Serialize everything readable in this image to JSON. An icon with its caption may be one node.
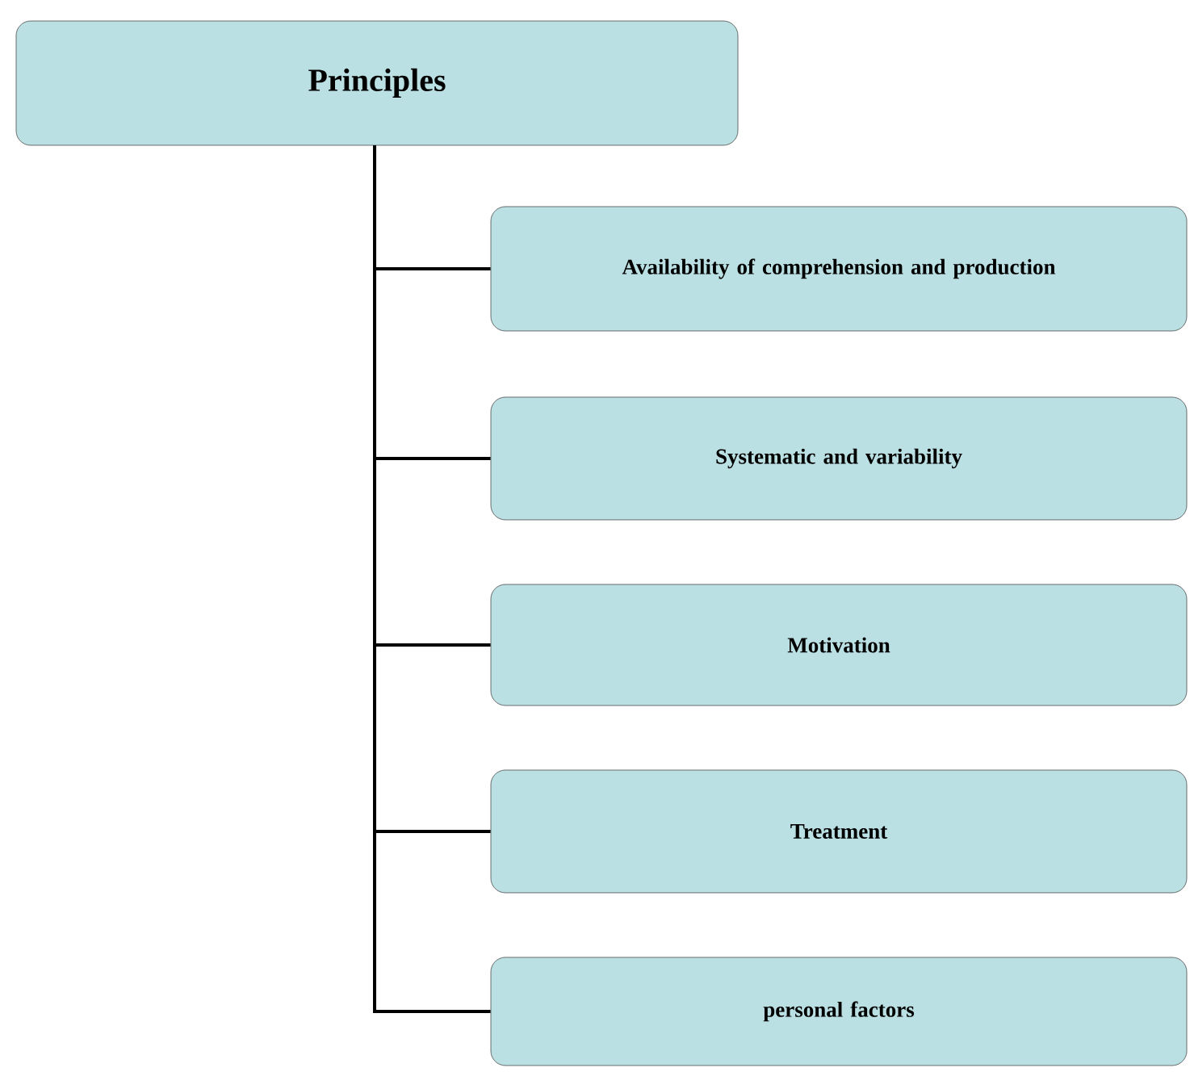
{
  "diagram": {
    "nodes": [
      {
        "text": [
          "Principles"
        ]
      },
      {
        "text": [
          "Availability of comprehension and production"
        ]
      },
      {
        "text": [
          "Systematic and variability"
        ]
      },
      {
        "text": [
          "Motivation"
        ]
      },
      {
        "text": [
          "Treatment"
        ]
      },
      {
        "text": [
          "personal factors"
        ]
      }
    ],
    "edges": [
      {
        "from": 0,
        "to": 1,
        "arrow": "none"
      },
      {
        "from": 0,
        "to": 2,
        "arrow": "none"
      },
      {
        "from": 0,
        "to": 3,
        "arrow": "none"
      },
      {
        "from": 0,
        "to": 4,
        "arrow": "none"
      },
      {
        "from": 0,
        "to": 5,
        "arrow": "none"
      }
    ]
  }
}
